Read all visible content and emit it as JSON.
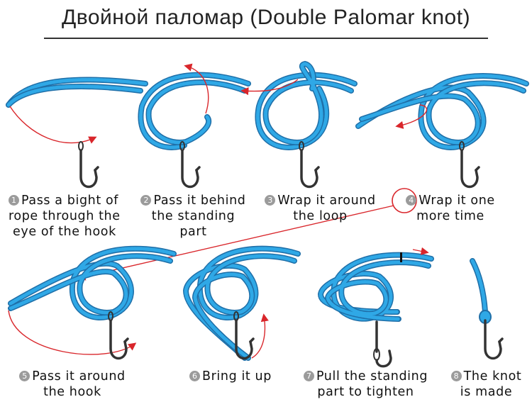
{
  "title": "Двойной паломар (Double Palomar knot)",
  "colors": {
    "rope": "#2fa8e6",
    "rope_outline": "#1f6fa8",
    "arrow": "#d9262b",
    "hook": "#333333",
    "badge": "#9b9b9b",
    "highlight_ring": "#d9262b"
  },
  "steps": [
    {
      "number": "1",
      "line1": "Pass a bight of",
      "line2": "rope through the",
      "line3": "eye of the hook"
    },
    {
      "number": "2",
      "line1": "Pass it behind",
      "line2": "the standing",
      "line3": "part"
    },
    {
      "number": "3",
      "line1": "Wrap it around",
      "line2": "the loop",
      "line3": ""
    },
    {
      "number": "4",
      "line1": "Wrap it one",
      "line2": "more time",
      "line3": ""
    },
    {
      "number": "5",
      "line1": "Pass it around",
      "line2": "the hook",
      "line3": ""
    },
    {
      "number": "6",
      "line1": "Bring it up",
      "line2": "",
      "line3": ""
    },
    {
      "number": "7",
      "line1": "Pull the standing",
      "line2": "part to tighten",
      "line3": ""
    },
    {
      "number": "8",
      "line1": "The knot",
      "line2": "is made",
      "line3": ""
    }
  ]
}
